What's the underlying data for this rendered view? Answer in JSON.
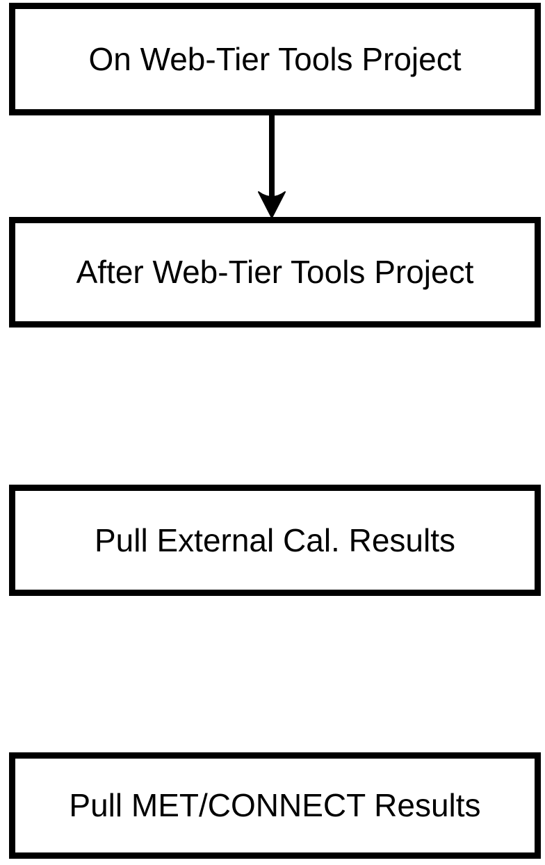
{
  "diagram": {
    "background_color": "#ffffff",
    "border_color": "#000000",
    "text_color": "#000000",
    "nodes": [
      {
        "id": "node-1",
        "label": "On Web-Tier Tools Project"
      },
      {
        "id": "node-2",
        "label": "After Web-Tier Tools Project"
      },
      {
        "id": "node-3",
        "label": "Pull External Cal. Results"
      },
      {
        "id": "node-4",
        "label": "Pull MET/CONNECT Results"
      }
    ],
    "edges": [
      {
        "from": "node-1",
        "to": "node-2",
        "direction": "down",
        "style": "solid-arrow"
      }
    ]
  }
}
